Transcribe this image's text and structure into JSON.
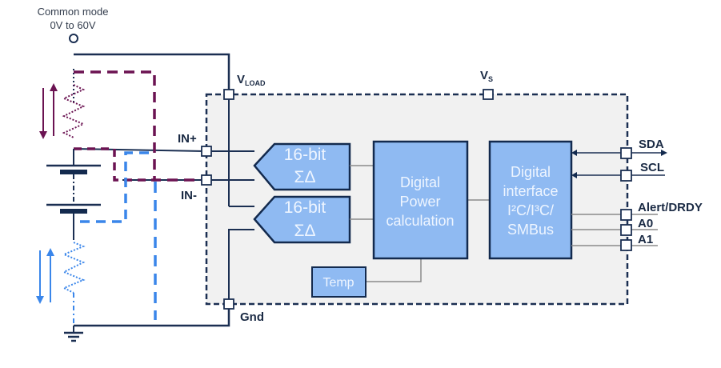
{
  "colors": {
    "wire": "#1b2f52",
    "block_fill": "#8fbaf2",
    "block_stroke": "#132a4e",
    "chip_bg": "#f1f1f1",
    "purple_path": "#6b1352",
    "blue_path": "#3a86ea",
    "signal_line": "#8a8a8a"
  },
  "supply": {
    "label_line1": "Common mode",
    "label_line2": "0V to 60V"
  },
  "pins": {
    "vload_main": "V",
    "vload_sub": "LOAD",
    "vs_main": "V",
    "vs_sub": "S",
    "in_plus": "IN+",
    "in_minus": "IN-",
    "gnd": "Gnd",
    "sda": "SDA",
    "scl": "SCL",
    "alert": "Alert/DRDY",
    "a0": "A0",
    "a1": "A1"
  },
  "blocks": {
    "adc1": {
      "line1": "16-bit",
      "line2": "ΣΔ"
    },
    "adc2": {
      "line1": "16-bit",
      "line2": "ΣΔ"
    },
    "power": {
      "line1": "Digital",
      "line2": "Power",
      "line3": "calculation"
    },
    "interface": {
      "line1": "Digital",
      "line2": "interface",
      "line3": "I²C/I³C/",
      "line4": "SMBus"
    },
    "temp": {
      "label": "Temp"
    }
  }
}
